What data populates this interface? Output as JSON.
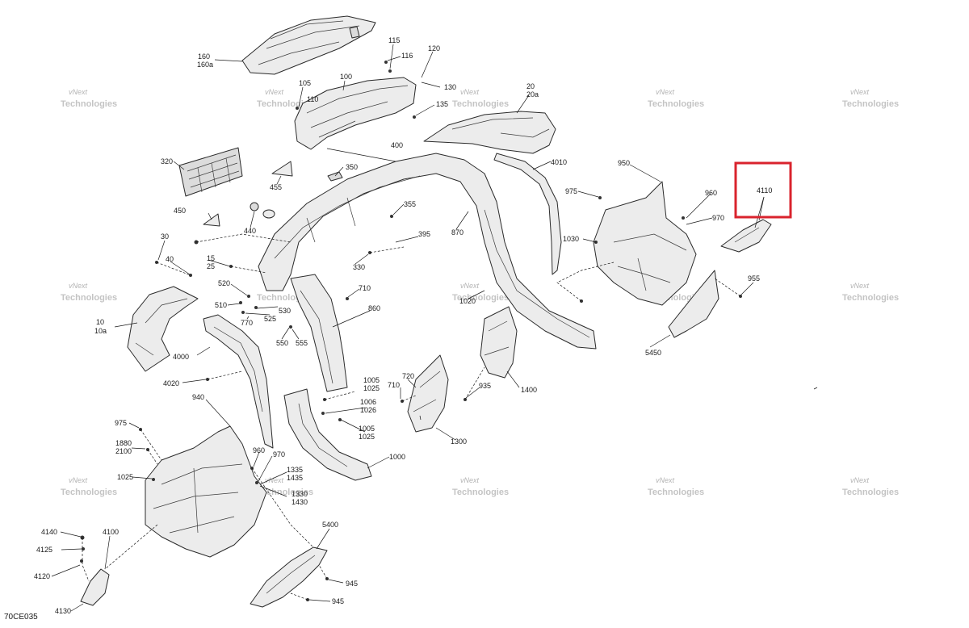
{
  "diagram": {
    "reference_code": "70CE035",
    "watermark": {
      "line1": "vNext",
      "line2": "Technologies"
    },
    "highlight_color": "#d9232d",
    "highlighted_callout": "4110",
    "callouts": {
      "c160": "160",
      "c160a": "160a",
      "c115": "115",
      "c116": "116",
      "c120": "120",
      "c130": "130",
      "c135": "135",
      "c105": "105",
      "c110": "110",
      "c100": "100",
      "c20": "20",
      "c20a": "20a",
      "c320": "320",
      "c455": "455",
      "c350": "350",
      "c400": "400",
      "c4010": "4010",
      "c950": "950",
      "c4110": "4110",
      "c975a": "975",
      "c960a": "960",
      "c970a": "970",
      "c450": "450",
      "c440": "440",
      "c355": "355",
      "c870": "870",
      "c1030": "1030",
      "c30": "30",
      "c40": "40",
      "c15": "15",
      "c25": "25",
      "c395": "395",
      "c330": "330",
      "c520": "520",
      "c510": "510",
      "c530": "530",
      "c525": "525",
      "c770": "770",
      "c710a": "710",
      "c860": "860",
      "c550": "550",
      "c555": "555",
      "c1020": "1020",
      "c955": "955",
      "c5450": "5450",
      "c10": "10",
      "c10a": "10a",
      "c4000": "4000",
      "c4020": "4020",
      "c1005a": "1005",
      "c1025a": "1025",
      "c720": "720",
      "c710b": "710",
      "c935": "935",
      "c1400": "1400",
      "c1006": "1006",
      "c1026": "1026",
      "c1005b": "1005",
      "c1025b": "1025",
      "c940": "940",
      "c975b": "975",
      "c1880": "1880",
      "c2100": "2100",
      "c960b": "960",
      "c970b": "970",
      "c1300": "1300",
      "c1000": "1000",
      "c1335": "1335",
      "c1435": "1435",
      "c1330": "1330",
      "c1430": "1430",
      "c1025c": "1025",
      "c4140": "4140",
      "c4100": "4100",
      "c4125": "4125",
      "c4120": "4120",
      "c4130": "4130",
      "c5400": "5400",
      "c945a": "945",
      "c945b": "945"
    }
  }
}
